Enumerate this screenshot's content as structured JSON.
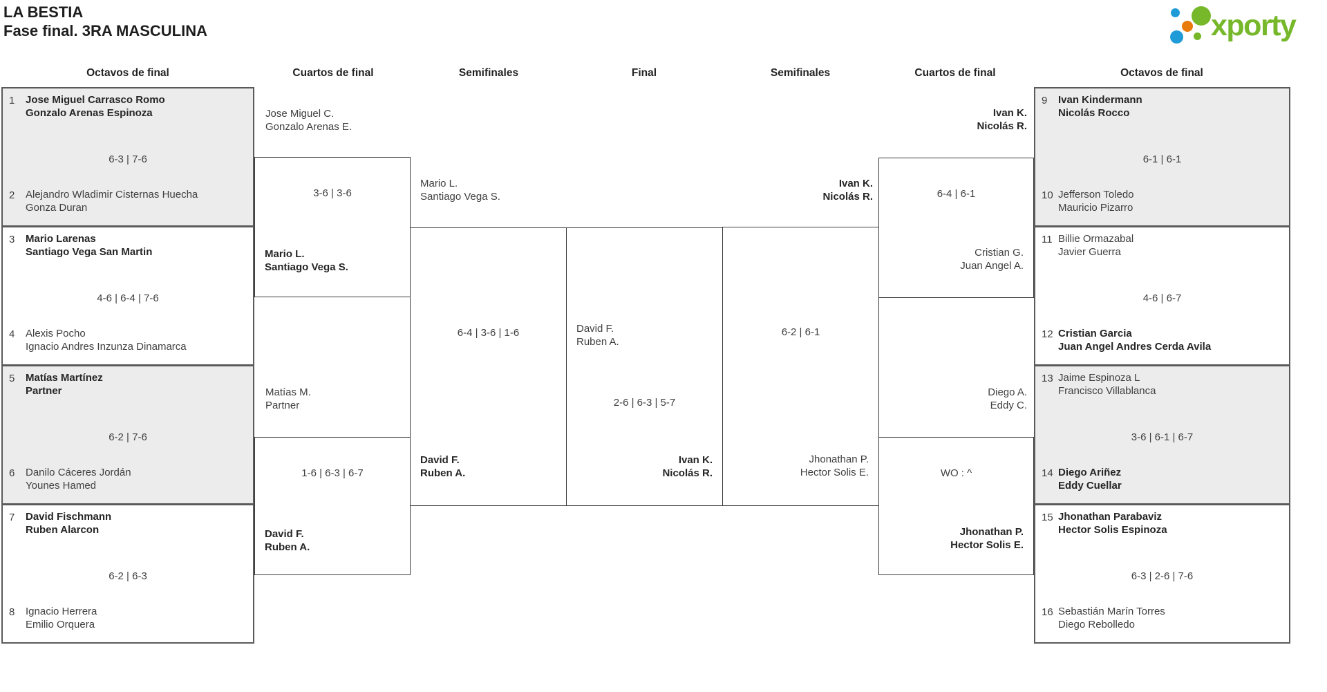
{
  "header": {
    "title": "LA BESTIA",
    "subtitle": "Fase final. 3RA MASCULINA",
    "logo_text": "xporty"
  },
  "brand": {
    "logo_green": "#76b82a",
    "logo_blue": "#1f9cd8",
    "logo_orange": "#e97b0c",
    "bracket_alt_fill": "#ececec"
  },
  "columns": [
    "Octavos de final",
    "Cuartos de final",
    "Semifinales",
    "Final",
    "Semifinales",
    "Cuartos de final",
    "Octavos de final"
  ],
  "bracket": {
    "octavos_left": [
      {
        "seed_a": "1",
        "team_a": [
          "Jose Miguel Carrasco Romo",
          "Gonzalo Arenas Espinoza"
        ],
        "score": "6-3 | 7-6",
        "seed_b": "2",
        "team_b": [
          "Alejandro Wladimir Cisternas Huecha",
          "Gonza Duran"
        ]
      },
      {
        "seed_a": "3",
        "team_a": [
          "Mario Larenas",
          "Santiago Vega San Martin"
        ],
        "score": "4-6 | 6-4 | 7-6",
        "seed_b": "4",
        "team_b": [
          "Alexis Pocho",
          "Ignacio Andres Inzunza Dinamarca"
        ]
      },
      {
        "seed_a": "5",
        "team_a": [
          "Matías Martínez",
          "Partner"
        ],
        "score": "6-2 | 7-6",
        "seed_b": "6",
        "team_b": [
          "Danilo Cáceres Jordán",
          "Younes Hamed"
        ]
      },
      {
        "seed_a": "7",
        "team_a": [
          "David Fischmann",
          "Ruben Alarcon"
        ],
        "score": "6-2 | 6-3",
        "seed_b": "8",
        "team_b": [
          "Ignacio Herrera",
          "Emilio Orquera"
        ]
      }
    ],
    "octavos_right": [
      {
        "seed_a": "9",
        "team_a": [
          "Ivan Kindermann",
          "Nicolás Rocco"
        ],
        "score": "6-1 | 6-1",
        "seed_b": "10",
        "team_b": [
          "Jefferson Toledo",
          "Mauricio Pizarro"
        ]
      },
      {
        "seed_a": "11",
        "team_a": [
          "Billie Ormazabal",
          "Javier Guerra"
        ],
        "score": "4-6 | 6-7",
        "seed_b": "12",
        "team_b": [
          "Cristian Garcia",
          "Juan Angel Andres Cerda Avila"
        ]
      },
      {
        "seed_a": "13",
        "team_a": [
          "Jaime Espinoza L",
          "Francisco Villablanca"
        ],
        "score": "3-6 | 6-1 | 6-7",
        "seed_b": "14",
        "team_b": [
          "Diego Ariñez",
          "Eddy Cuellar"
        ]
      },
      {
        "seed_a": "15",
        "team_a": [
          "Jhonathan Parabaviz",
          "Hector Solis Espinoza"
        ],
        "score": "6-3 | 2-6 | 7-6",
        "seed_b": "16",
        "team_b": [
          "Sebastián Marín Torres",
          "Diego Rebolledo"
        ]
      }
    ],
    "cuartos_left": [
      {
        "team_a": [
          "Jose Miguel C.",
          "Gonzalo Arenas E."
        ],
        "score": "3-6 | 3-6",
        "team_b": [
          "Mario L.",
          "Santiago Vega S."
        ]
      },
      {
        "team_a": [
          "Matías M.",
          "Partner"
        ],
        "score": "1-6 | 6-3 | 6-7",
        "team_b": [
          "David F.",
          "Ruben A."
        ]
      }
    ],
    "cuartos_right": [
      {
        "team_a": [
          "Ivan K.",
          "Nicolás R."
        ],
        "score": "6-4 | 6-1",
        "team_b": [
          "Cristian G.",
          "Juan Angel A."
        ]
      },
      {
        "team_a": [
          "Diego A.",
          "Eddy C."
        ],
        "score": "WO : ^",
        "team_b": [
          "Jhonathan P.",
          "Hector Solis E."
        ]
      }
    ],
    "semi_left": {
      "team_a": [
        "Mario L.",
        "Santiago Vega S."
      ],
      "score": "6-4 | 3-6 | 1-6",
      "team_b": [
        "David F.",
        "Ruben A."
      ]
    },
    "semi_right": {
      "team_a": [
        "Ivan K.",
        "Nicolás R."
      ],
      "score": "6-2 | 6-1",
      "team_b": [
        "Jhonathan P.",
        "Hector Solis E."
      ]
    },
    "final": {
      "team_a": [
        "David F.",
        "Ruben A."
      ],
      "score": "2-6 | 6-3 | 5-7",
      "team_b": [
        "Ivan K.",
        "Nicolás R."
      ]
    }
  }
}
